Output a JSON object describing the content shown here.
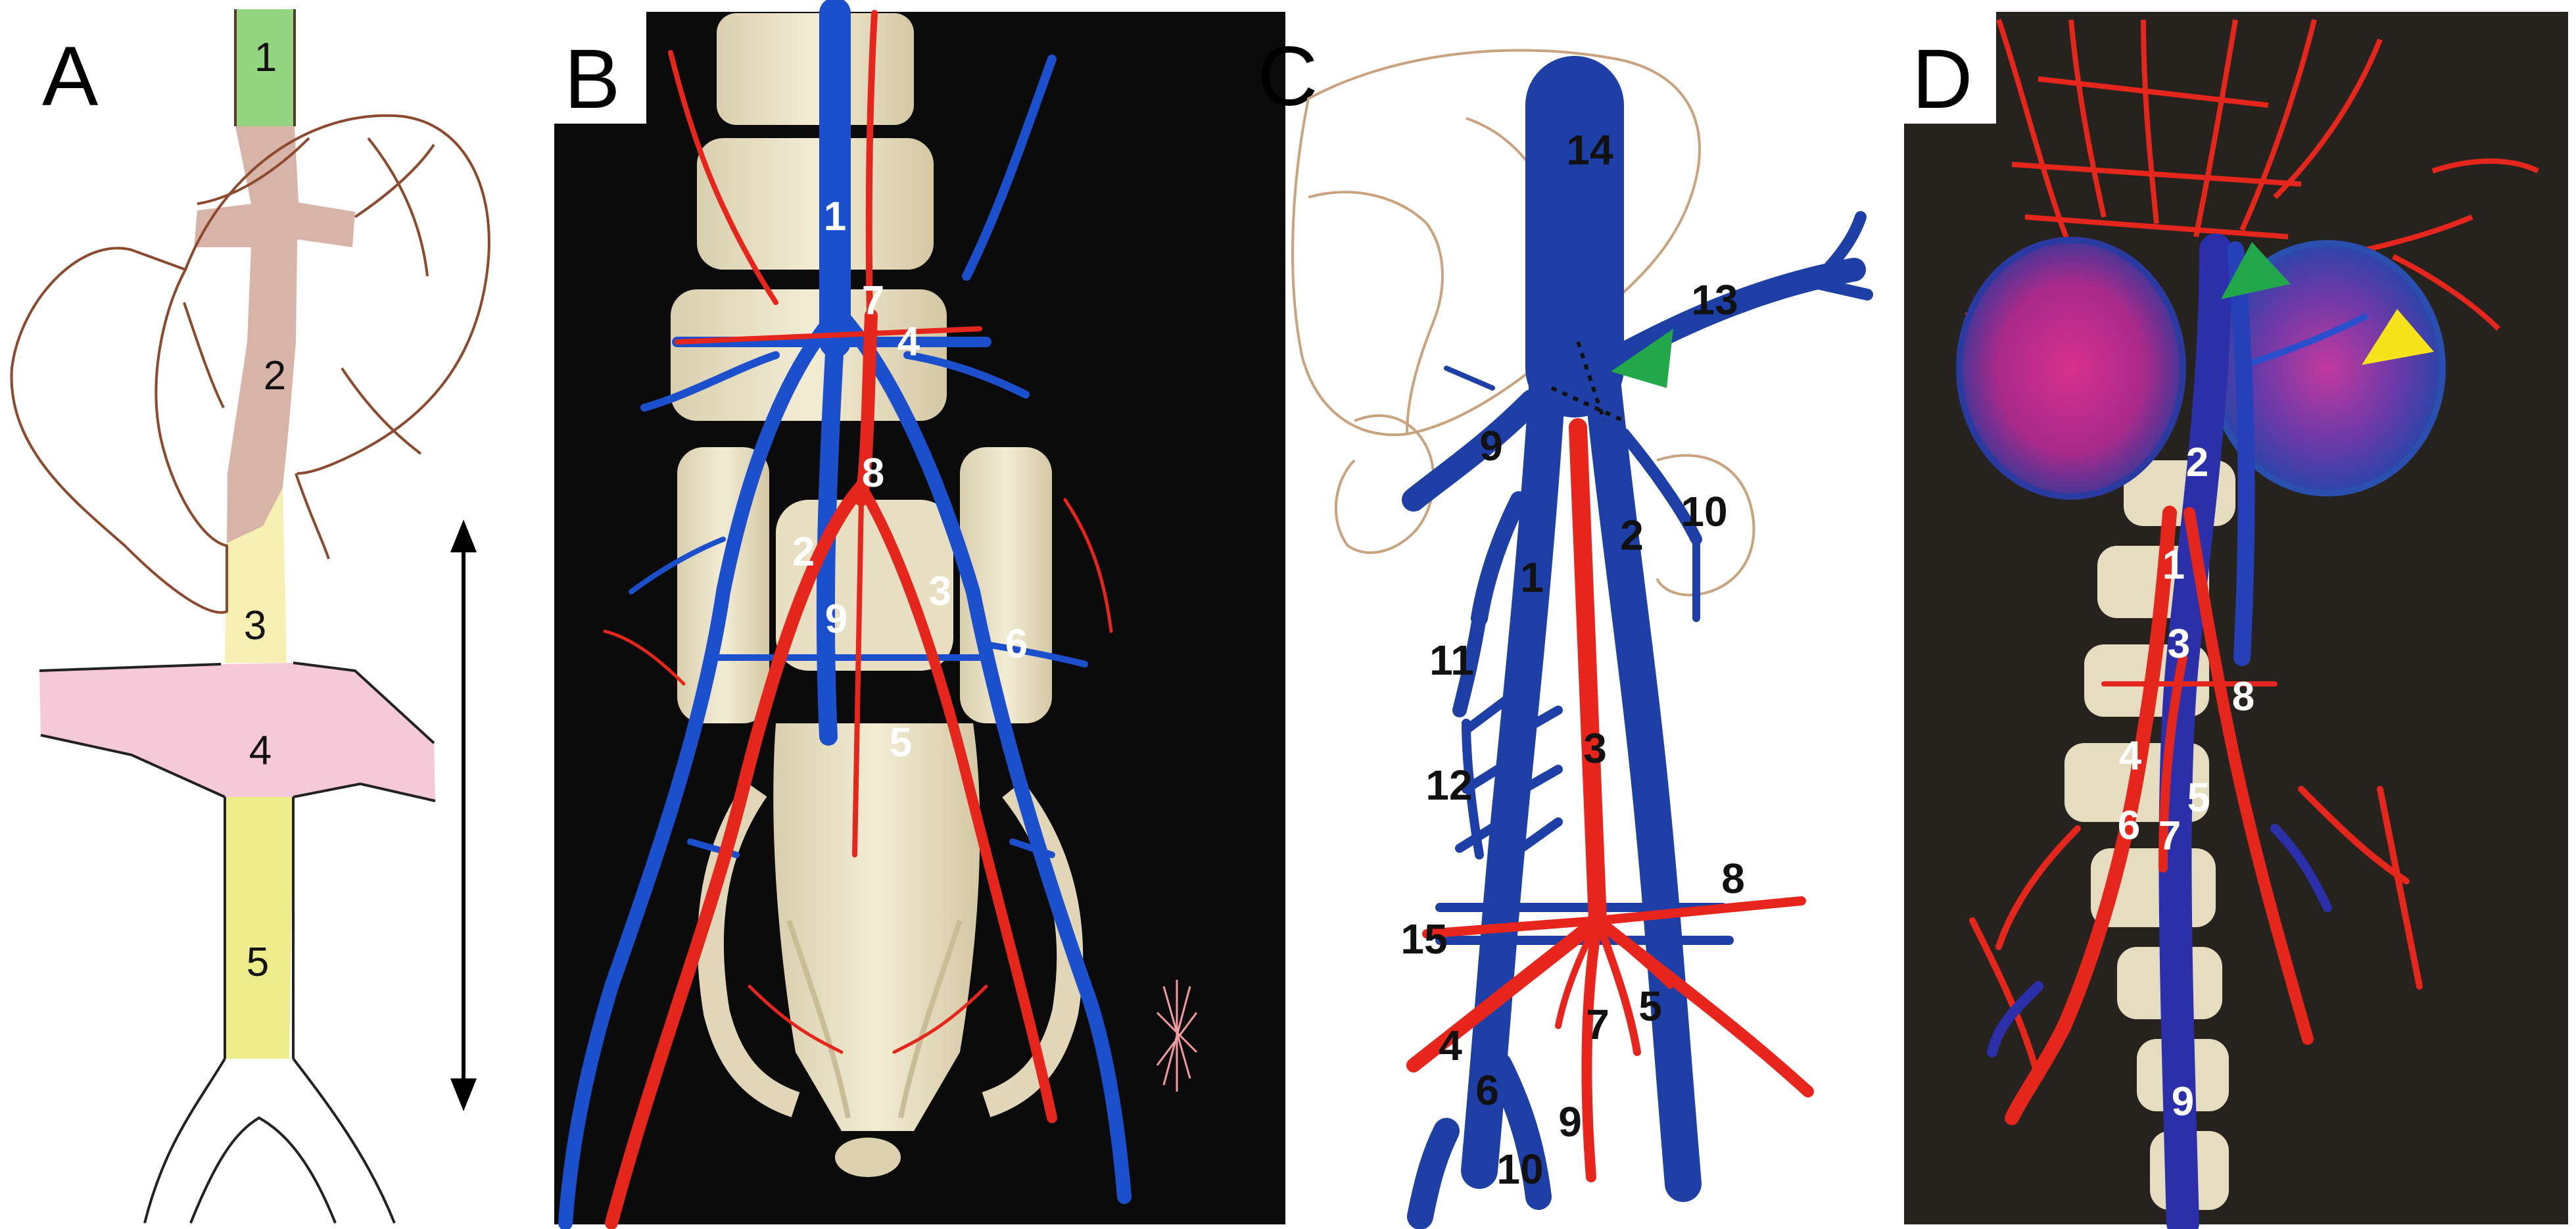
{
  "panels": {
    "a": {
      "label": "A",
      "segments": [
        {
          "num": "1",
          "color": "#92d67f"
        },
        {
          "num": "2",
          "color": "#d8b4a8"
        },
        {
          "num": "3",
          "color": "#f6f0b3"
        },
        {
          "num": "4",
          "color": "#f5c9d7"
        },
        {
          "num": "5",
          "color": "#edec8a"
        }
      ]
    },
    "b": {
      "label": "B",
      "numbers": [
        "1",
        "7",
        "4",
        "8",
        "2",
        "9",
        "3",
        "6",
        "5"
      ]
    },
    "c": {
      "label": "C",
      "numbers": [
        "14",
        "13",
        "9",
        "10",
        "2",
        "1",
        "11",
        "12",
        "3",
        "8",
        "15",
        "4",
        "7",
        "5",
        "6",
        "9",
        "10"
      ],
      "vein_color": "#1d3fa6",
      "artery_color": "#e8251c",
      "organ_outline_color": "#c8a37e",
      "arrowhead_color": "#22a84a"
    },
    "d": {
      "label": "D",
      "numbers": [
        "2",
        "1",
        "3",
        "8",
        "4",
        "5",
        "6",
        "7",
        "9"
      ],
      "arrowheads": [
        "#22a84a",
        "#f7e31b"
      ]
    }
  }
}
